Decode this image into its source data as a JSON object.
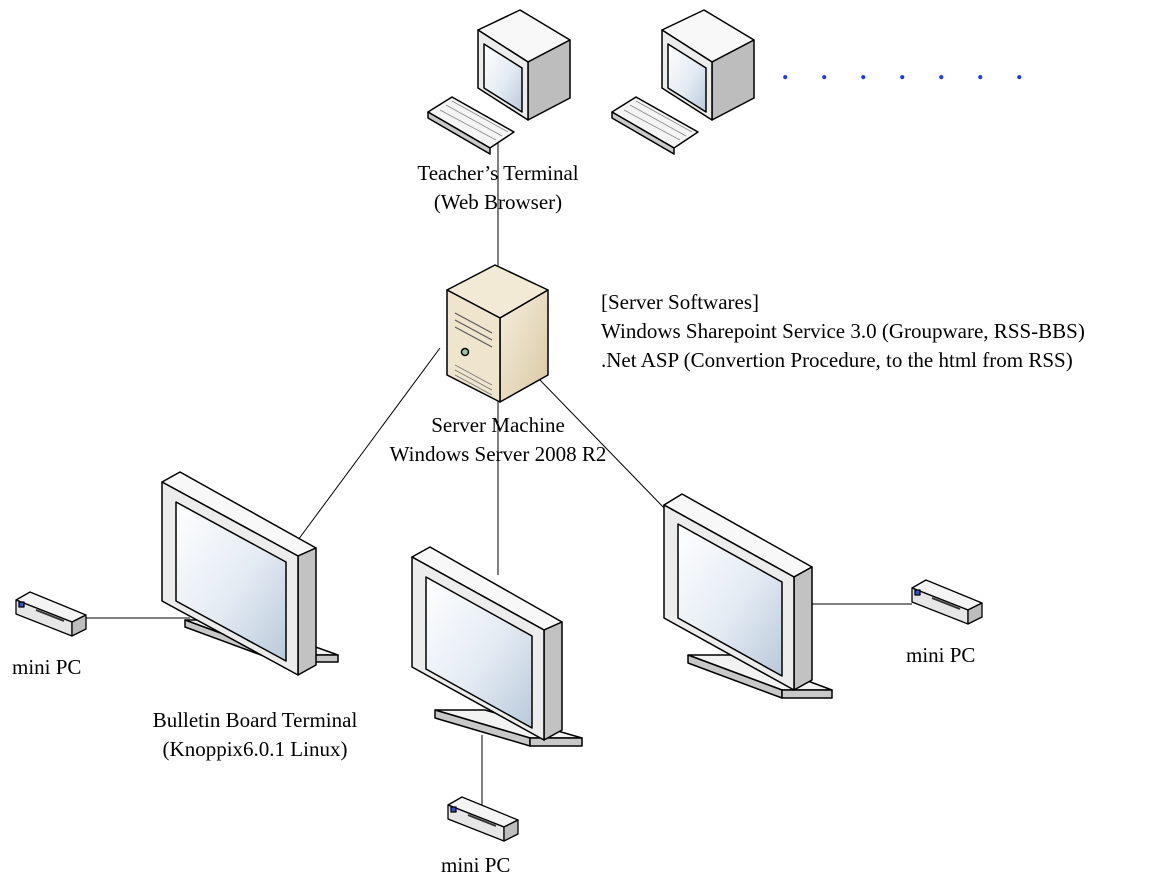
{
  "terminals": {
    "teacher_line1": "Teacher’s Terminal",
    "teacher_line2": "(Web Browser)",
    "more_indicator": ". . . . . . ."
  },
  "server": {
    "name_line1": "Server Machine",
    "name_line2": "Windows Server 2008 R2",
    "software_heading": "[Server Softwares]",
    "software_item1": "Windows Sharepoint Service 3.0 (Groupware, RSS-BBS)",
    "software_item2": ".Net ASP (Convertion Procedure, to the html from RSS)"
  },
  "bulletin": {
    "name_line1": "Bulletin Board Terminal",
    "name_line2": "(Knoppix6.0.1 Linux)"
  },
  "mini_pc": {
    "left_label": "mini PC",
    "center_label": "mini PC",
    "right_label": "mini PC"
  },
  "colors": {
    "dots": "#1f3fd8",
    "line": "#000000",
    "device_light": "#f4f4f4",
    "device_shade": "#c8c8c8",
    "screen": "#dfe7f0",
    "server_tan": "#e9dcc0",
    "server_shade": "#c5b28d"
  }
}
